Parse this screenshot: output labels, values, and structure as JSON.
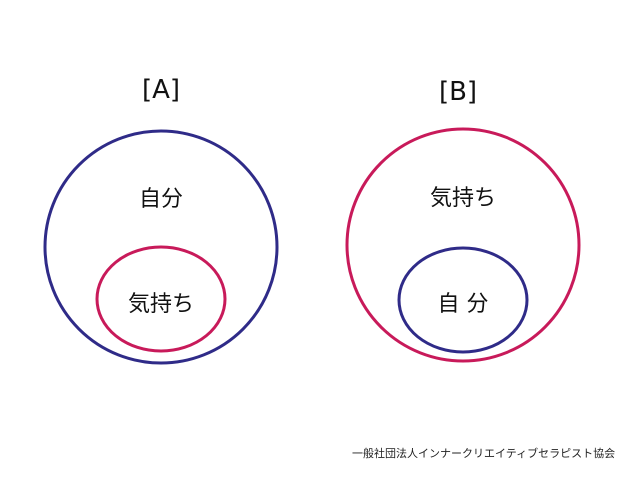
{
  "diagram_a": {
    "title": "[A]",
    "outer_label": "自分",
    "inner_label": "気持ち"
  },
  "diagram_b": {
    "title": "[B]",
    "outer_label": "気持ち",
    "inner_label": "自 分"
  },
  "footer": "一般社団法人インナークリエイティブセラピスト協会",
  "colors": {
    "navy": "#2f2b88",
    "crimson": "#c81a5a"
  }
}
